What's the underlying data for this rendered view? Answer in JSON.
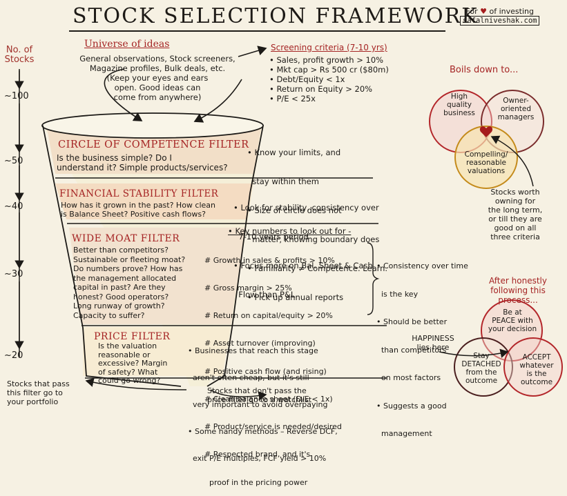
{
  "title": "STOCK SELECTION FRAMEWORK",
  "site": {
    "prefix": "For",
    "suffix": "of investing",
    "url": "safalniveshak.com"
  },
  "axis": {
    "title": "No. of Stocks",
    "ticks": [
      "~100",
      "~50",
      "~40",
      "~30",
      "~20"
    ]
  },
  "universe": {
    "title": "Universe of ideas",
    "lines": [
      "General observations, Stock screeners,",
      "Magazine profiles, Bulk deals, etc.",
      "(Keep your eyes and ears",
      "open. Good ideas can",
      "come from anywhere)"
    ]
  },
  "screening": {
    "title": "Screening criteria (7-10 yrs)",
    "items": [
      "• Sales, profit growth > 10%",
      "• Mkt cap > Rs 500 cr ($80m)",
      "• Debt/Equity < 1x",
      "• Return on Equity > 20%",
      "• P/E < 25x"
    ]
  },
  "filters": [
    {
      "title": "CIRCLE OF COMPETENCE FILTER",
      "question": [
        "Is the business simple? Do I",
        "understand it? Simple products/services?"
      ],
      "notes": [
        "• Know your limits, and",
        "  stay within them",
        "• Size of circle does not",
        "  matter, knowing boundary does",
        "• Familiarity ≠ Competence. Learn.",
        "• Pick up annual reports"
      ]
    },
    {
      "title": "FINANCIAL STABILITY FILTER",
      "question": [
        "How has it grown in the past? How clean",
        "is Balance Sheet? Positive cash flows?"
      ],
      "notes": [
        "• Look for stability, consistency over",
        "  7-10 years period",
        "• Focus more on Bal. Sheet & Cash",
        "  Flow than P&L"
      ]
    },
    {
      "title": "WIDE MOAT FILTER",
      "question": [
        "Better than competitors?",
        "Sustainable or fleeting moat?",
        "Do numbers prove? How has",
        "the management allocated",
        "capital in past? Are they",
        "honest? Good operators?",
        "Long runway of growth?",
        "Capacity to suffer?"
      ],
      "notes_title": "• Key numbers to look out for -",
      "notes": [
        "# Growth in sales & profits > 10%",
        "# Gross margin > 25%",
        "# Return on capital/equity > 20%",
        "# Asset turnover (improving)",
        "# Positive cash flow (and rising)",
        "# Clean balance sheet (D/E < 1x)",
        "# Product/service is needed/desired",
        "# Respected brand, and it's",
        "  proof in the pricing power"
      ],
      "side_notes": [
        "• Consistency over time",
        "  is the key",
        "• Should be better",
        "  than competitors",
        "  on most factors",
        "• Suggests a good",
        "  management"
      ]
    },
    {
      "title": "PRICE FILTER",
      "question": [
        "Is the valuation",
        "reasonable or",
        "excessive? Margin",
        "of safety? What",
        "could go wrong?"
      ],
      "notes": [
        "• Businesses that reach this stage",
        "  aren't often cheap, but it's still",
        "  very important to avoid overpaying",
        "• Some handy methods – Reverse DCF,",
        "  exit P/E multiples, FCF yield > 10%"
      ]
    }
  ],
  "outputs": {
    "portfolio": [
      "Stocks that pass",
      "this filter go to",
      "your portfolio"
    ],
    "watchlist": [
      "Stocks that don't pass the",
      "price filter go to a watchlist"
    ]
  },
  "boils_down": {
    "title": "Boils down to...",
    "circles": [
      {
        "label": [
          "High",
          "quality",
          "business"
        ],
        "color": "#b3262a"
      },
      {
        "label": [
          "Owner-",
          "oriented",
          "managers"
        ],
        "color": "#7a2c2c"
      },
      {
        "label": [
          "Compelling/",
          "reasonable",
          "valuations"
        ],
        "color": "#c48a1a"
      }
    ],
    "note": [
      "Stocks worth",
      "owning for",
      "the long term,",
      "or till they are",
      "good on all",
      "three criteria"
    ]
  },
  "process": {
    "title": [
      "After honestly",
      "following this process..."
    ],
    "circles": [
      {
        "label": [
          "Be at",
          "PEACE with",
          "your decision"
        ],
        "color": "#b3262a"
      },
      {
        "label": [
          "Stay",
          "DETACHED",
          "from the",
          "outcome"
        ],
        "color": "#4a1e1e"
      },
      {
        "label": [
          "ACCEPT",
          "whatever",
          "is the",
          "outcome"
        ],
        "color": "#b3262a"
      }
    ],
    "happiness": [
      "HAPPINESS",
      "lies here"
    ]
  }
}
